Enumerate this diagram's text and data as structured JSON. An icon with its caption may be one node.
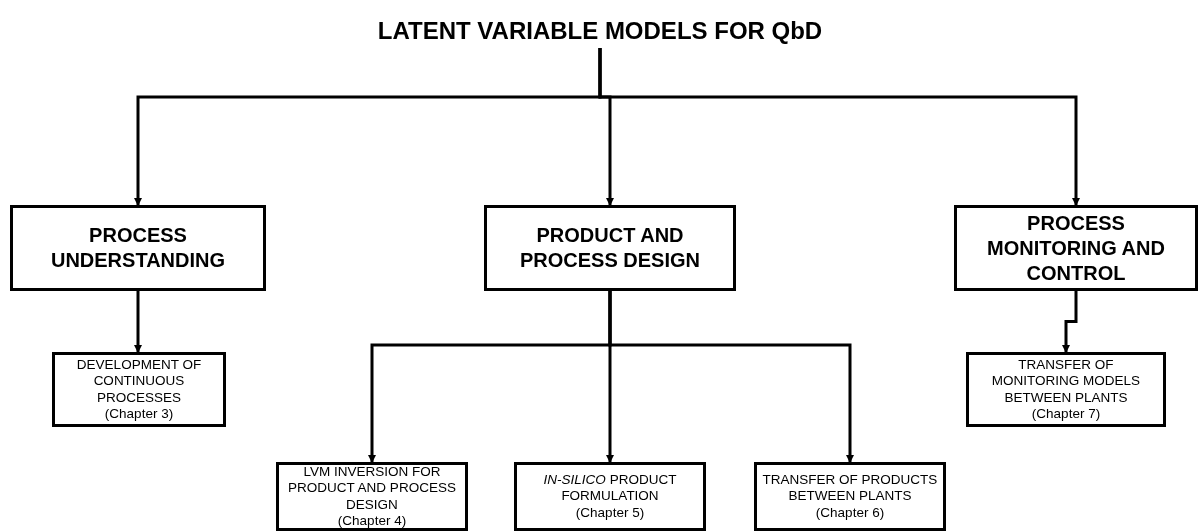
{
  "diagram": {
    "nodes": [
      {
        "text": [
          "LATENT VARIABLE MODELS FOR QbD"
        ]
      },
      {
        "text": [
          "PROCESS UNDERSTANDING"
        ]
      },
      {
        "text": [
          "PRODUCT AND PROCESS DESIGN"
        ]
      },
      {
        "text": [
          "PROCESS MONITORING AND CONTROL"
        ]
      },
      {
        "text": [
          "DEVELOPMENT OF CONTINUOUS PROCESSES",
          "(Chapter 3)"
        ]
      },
      {
        "text": [
          "LVM INVERSION FOR PRODUCT AND PROCESS DESIGN",
          "(Chapter 4)"
        ]
      },
      {
        "text": [
          "*IN-SILICO* PRODUCT FORMULATION",
          "(Chapter 5)"
        ]
      },
      {
        "text": [
          "TRANSFER OF PRODUCTS BETWEEN PLANTS",
          "(Chapter 6)"
        ]
      },
      {
        "text": [
          "TRANSFER OF MONITORING MODELS BETWEEN PLANTS",
          "(Chapter 7)"
        ]
      }
    ],
    "edges": [
      {
        "from": 0,
        "to": 1,
        "arrow": "to"
      },
      {
        "from": 0,
        "to": 2,
        "arrow": "to"
      },
      {
        "from": 0,
        "to": 3,
        "arrow": "to"
      },
      {
        "from": 1,
        "to": 4,
        "arrow": "to"
      },
      {
        "from": 2,
        "to": 5,
        "arrow": "to"
      },
      {
        "from": 2,
        "to": 6,
        "arrow": "to"
      },
      {
        "from": 2,
        "to": 7,
        "arrow": "to"
      },
      {
        "from": 3,
        "to": 8,
        "arrow": "to"
      }
    ]
  }
}
